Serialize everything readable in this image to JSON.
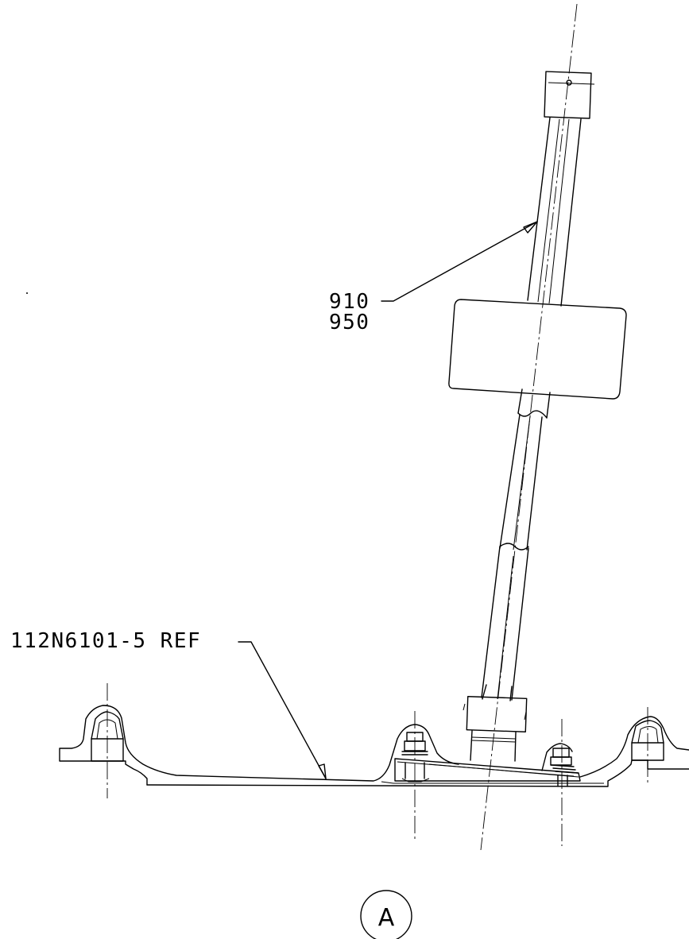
{
  "callouts": {
    "part_1": "910",
    "part_2": "950",
    "reference": "112N6101-5 REF"
  },
  "view_label": "A"
}
